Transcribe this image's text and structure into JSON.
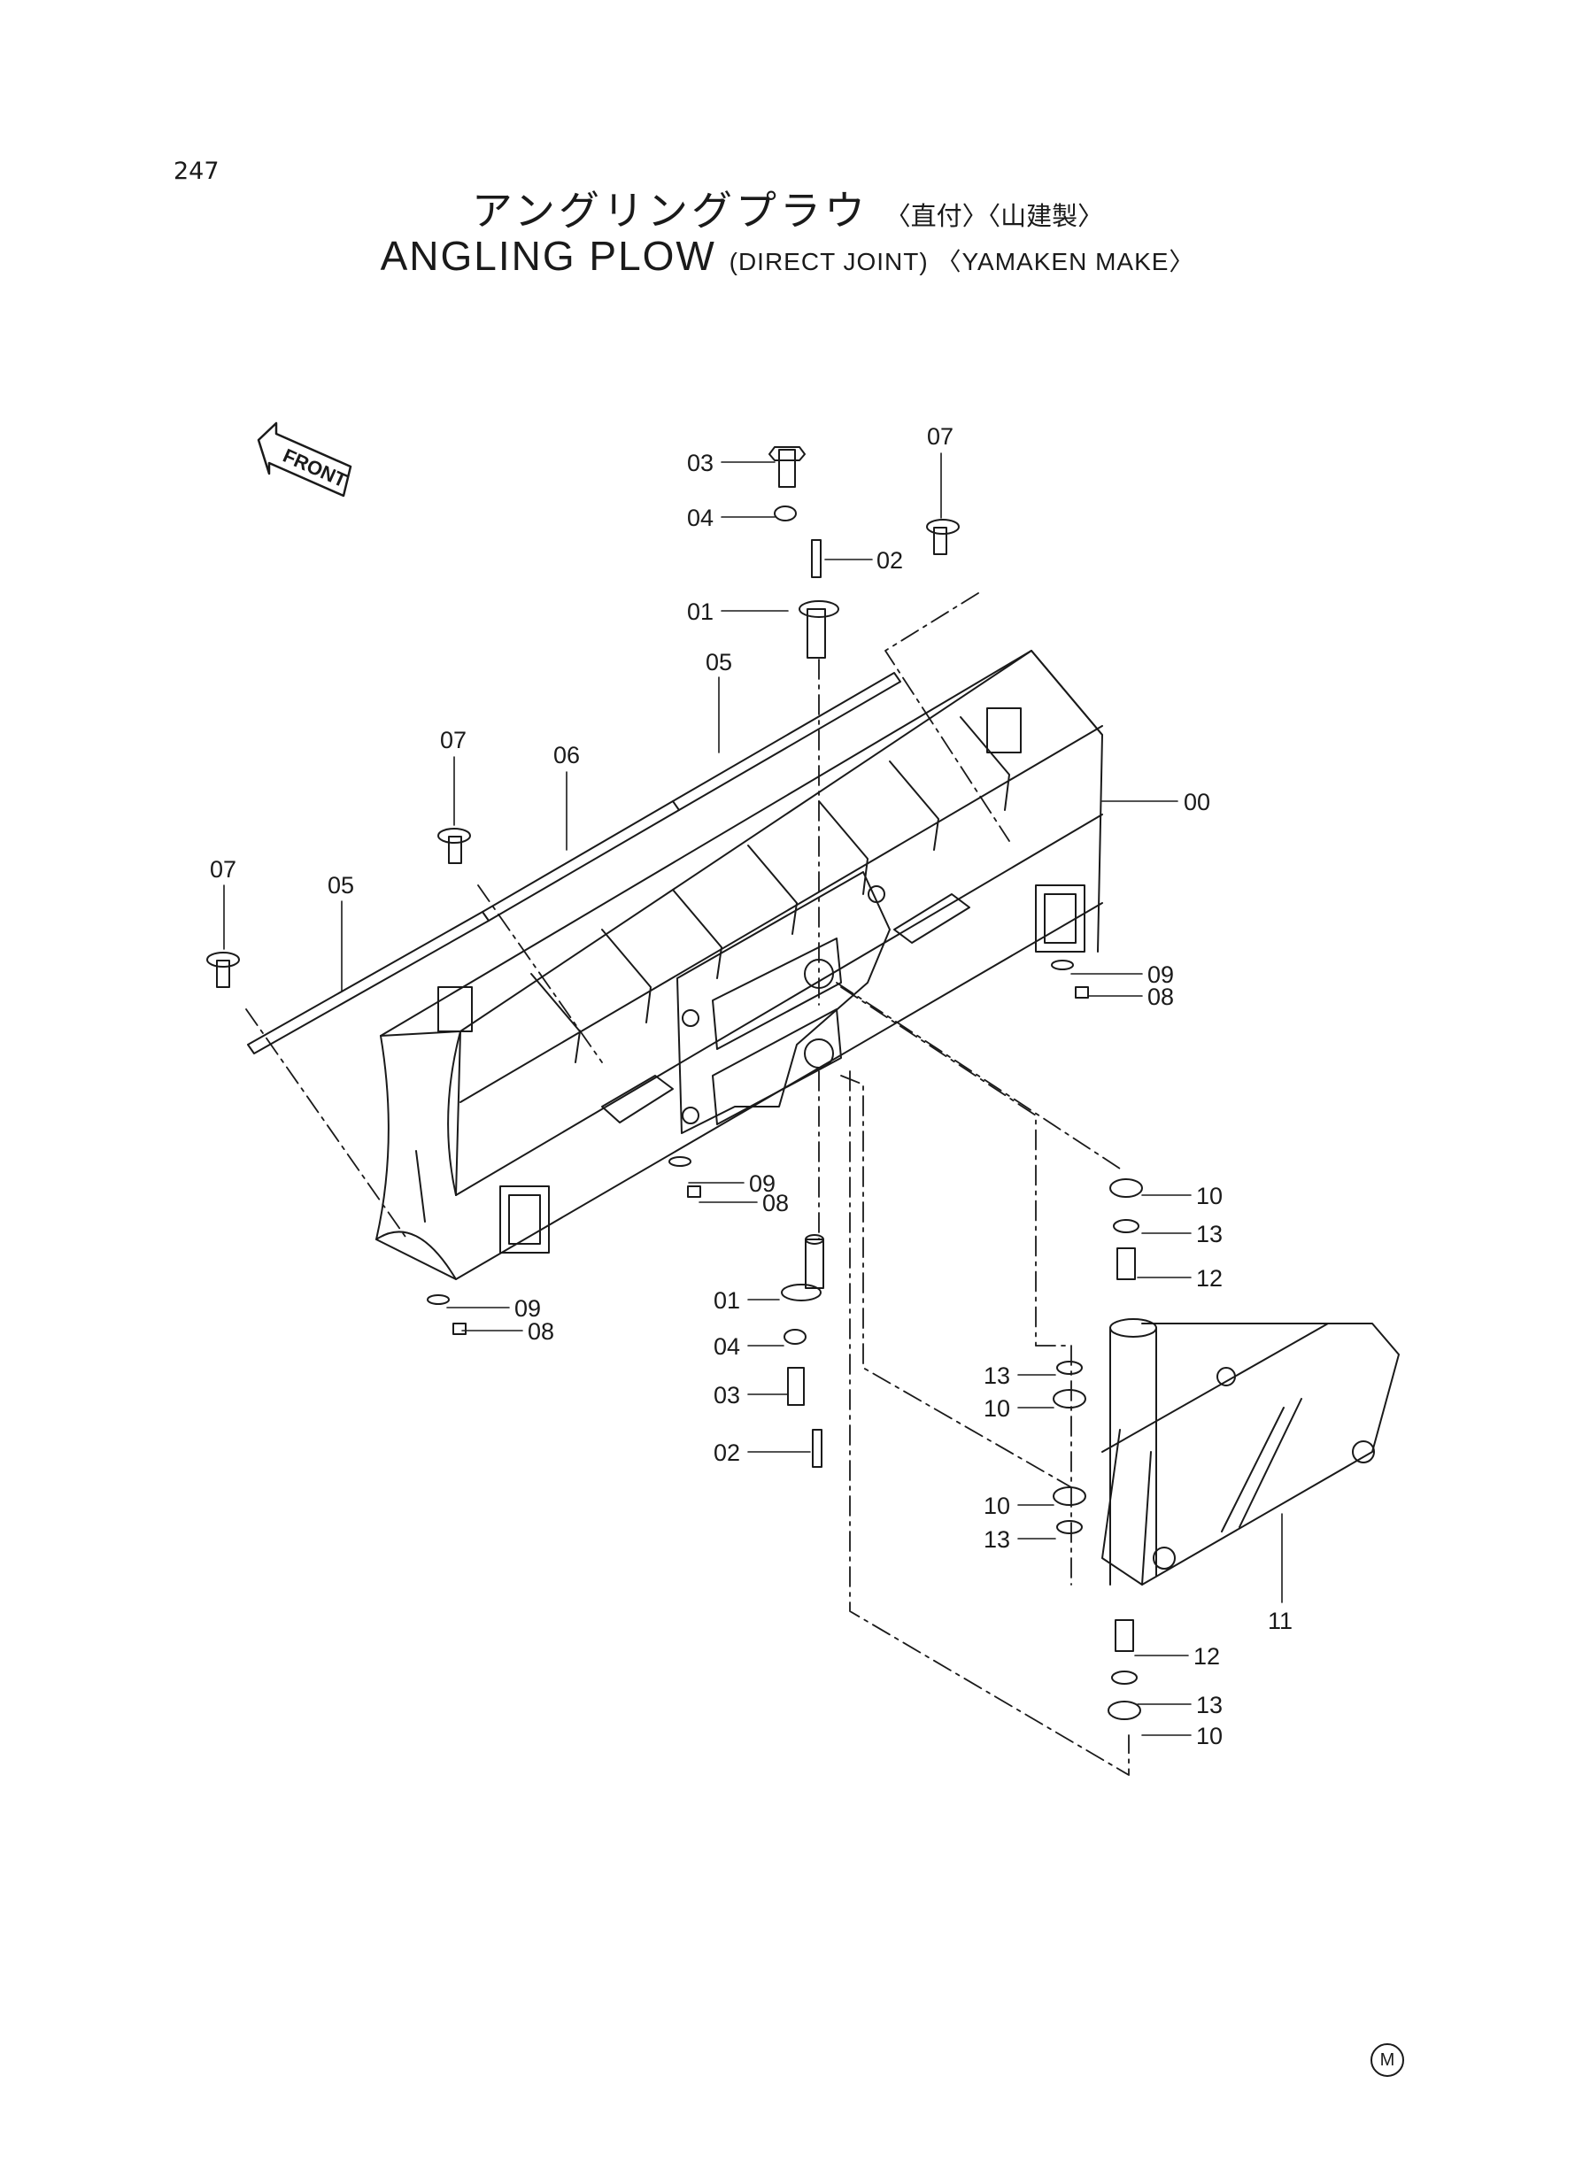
{
  "page_number": "247",
  "title_jp": {
    "main": "アングリングプラウ",
    "sub": "〈直付〉〈山建製〉"
  },
  "title_en": {
    "main": "ANGLING PLOW",
    "sub": "(DIRECT JOINT) 〈YAMAKEN MAKE〉"
  },
  "front_arrow": {
    "label": "FRONT"
  },
  "callouts": [
    {
      "id": "c-03-top",
      "label": "03"
    },
    {
      "id": "c-04-top",
      "label": "04"
    },
    {
      "id": "c-02-top",
      "label": "02"
    },
    {
      "id": "c-01-top",
      "label": "01"
    },
    {
      "id": "c-07-top",
      "label": "07"
    },
    {
      "id": "c-05-right",
      "label": "05"
    },
    {
      "id": "c-07-mid",
      "label": "07"
    },
    {
      "id": "c-06",
      "label": "06"
    },
    {
      "id": "c-00",
      "label": "00"
    },
    {
      "id": "c-07-left",
      "label": "07"
    },
    {
      "id": "c-05-left",
      "label": "05"
    },
    {
      "id": "c-09-right",
      "label": "09"
    },
    {
      "id": "c-08-right",
      "label": "08"
    },
    {
      "id": "c-09-mid",
      "label": "09"
    },
    {
      "id": "c-08-mid",
      "label": "08"
    },
    {
      "id": "c-09-left",
      "label": "09"
    },
    {
      "id": "c-08-left",
      "label": "08"
    },
    {
      "id": "c-10-a",
      "label": "10"
    },
    {
      "id": "c-13-a",
      "label": "13"
    },
    {
      "id": "c-12-a",
      "label": "12"
    },
    {
      "id": "c-01-bottom",
      "label": "01"
    },
    {
      "id": "c-04-bottom",
      "label": "04"
    },
    {
      "id": "c-03-bottom",
      "label": "03"
    },
    {
      "id": "c-02-bottom",
      "label": "02"
    },
    {
      "id": "c-13-b",
      "label": "13"
    },
    {
      "id": "c-10-b",
      "label": "10"
    },
    {
      "id": "c-10-c",
      "label": "10"
    },
    {
      "id": "c-13-c",
      "label": "13"
    },
    {
      "id": "c-11",
      "label": "11"
    },
    {
      "id": "c-12-b",
      "label": "12"
    },
    {
      "id": "c-13-d",
      "label": "13"
    },
    {
      "id": "c-10-d",
      "label": "10"
    }
  ],
  "corner_mark": "M"
}
